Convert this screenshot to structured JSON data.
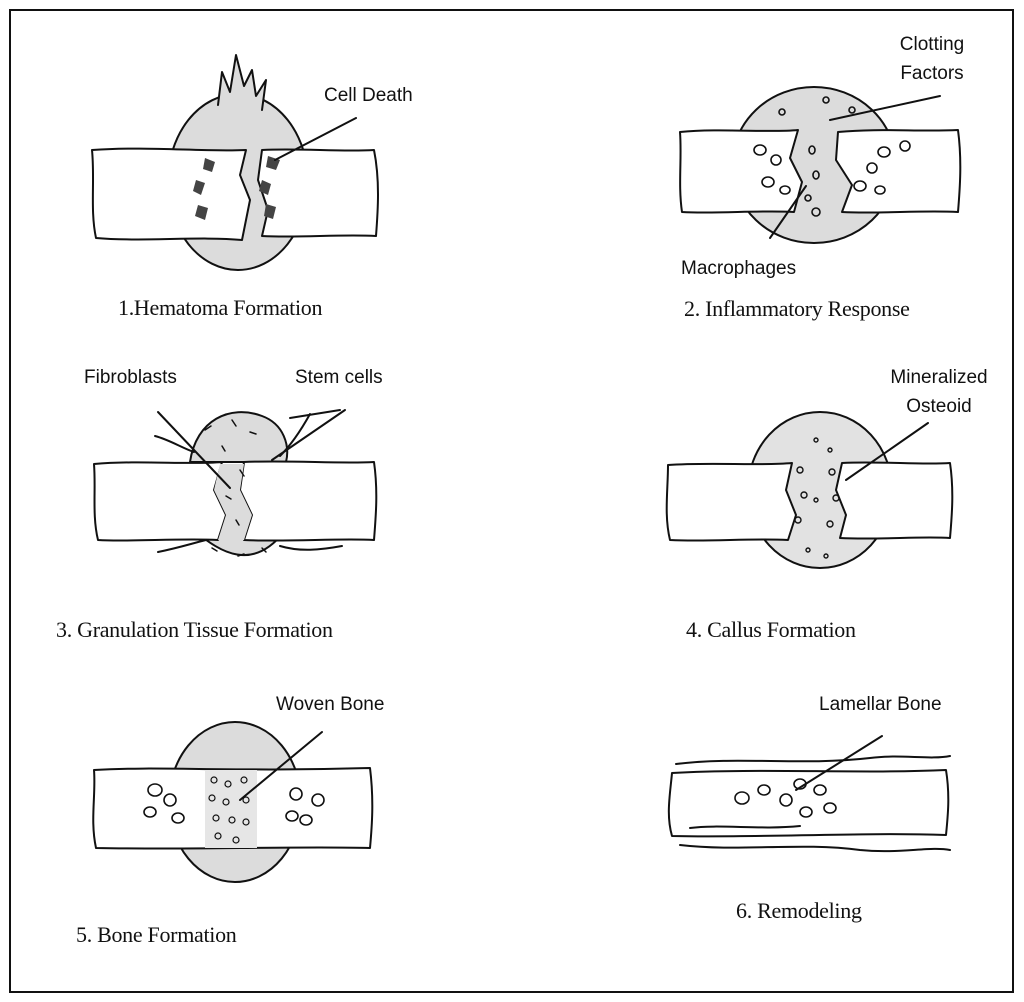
{
  "stages": [
    {
      "caption": "1.Hematoma Formation",
      "labels": [
        "Cell Death"
      ]
    },
    {
      "caption": "2. Inflammatory Response",
      "labels": [
        "Clotting",
        "Factors",
        "Macrophages"
      ]
    },
    {
      "caption": "3. Granulation Tissue Formation",
      "labels": [
        "Fibroblasts",
        "Stem cells"
      ]
    },
    {
      "caption": "4. Callus Formation",
      "labels": [
        "Mineralized",
        "Osteoid"
      ]
    },
    {
      "caption": "5. Bone Formation",
      "labels": [
        "Woven Bone"
      ]
    },
    {
      "caption": "6. Remodeling",
      "labels": [
        "Lamellar Bone"
      ]
    }
  ],
  "colors": {
    "ink": "#111111",
    "hematoma": "#dcdcdc",
    "callus": "#e2e2e2",
    "bone": "#ffffff"
  }
}
